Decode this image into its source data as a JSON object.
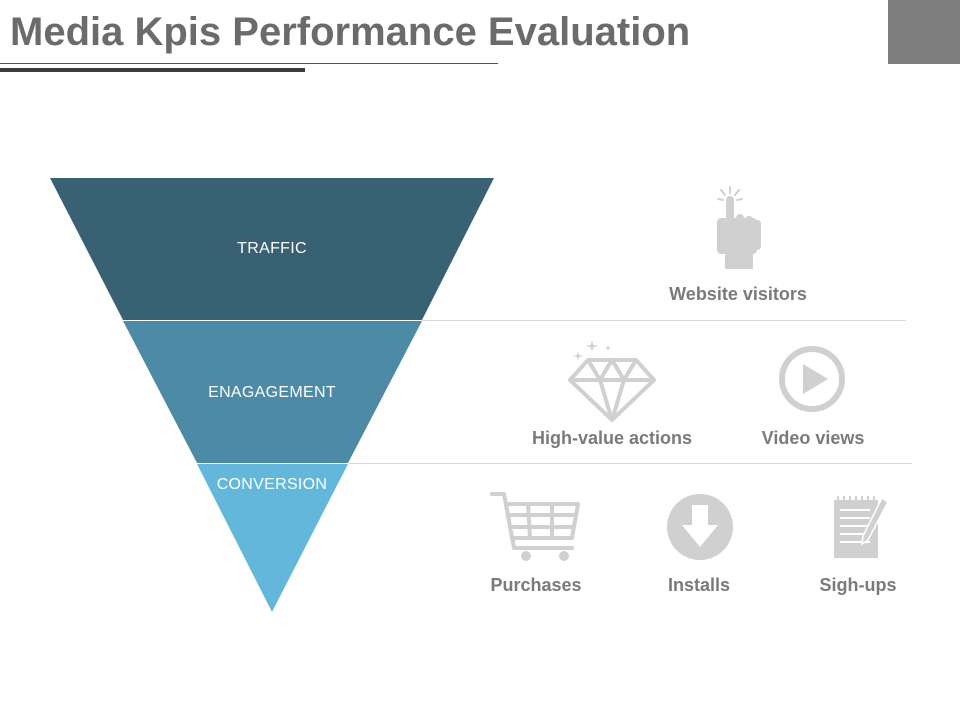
{
  "title": "Media Kpis Performance Evaluation",
  "funnel": {
    "levels": [
      {
        "label": "TRAFFIC",
        "color": "#386173"
      },
      {
        "label": "ENAGAGEMENT",
        "color": "#4c8aa6"
      },
      {
        "label": "CONVERSION",
        "color": "#63b7db"
      }
    ]
  },
  "kpis": {
    "traffic": [
      {
        "label": "Website visitors",
        "icon": "pointing-hand-icon"
      }
    ],
    "engagement": [
      {
        "label": "High-value actions",
        "icon": "diamond-icon"
      },
      {
        "label": "Video views",
        "icon": "play-button-icon"
      }
    ],
    "conversion": [
      {
        "label": "Purchases",
        "icon": "shopping-cart-icon"
      },
      {
        "label": "Installs",
        "icon": "download-icon"
      },
      {
        "label": "Sigh-ups",
        "icon": "notepad-pen-icon"
      }
    ]
  },
  "colors": {
    "icon_gray": "#d0d0d0",
    "label_gray": "#7a7a7a",
    "title_gray": "#6b6b6b",
    "corner_block": "#7f7f7f"
  }
}
